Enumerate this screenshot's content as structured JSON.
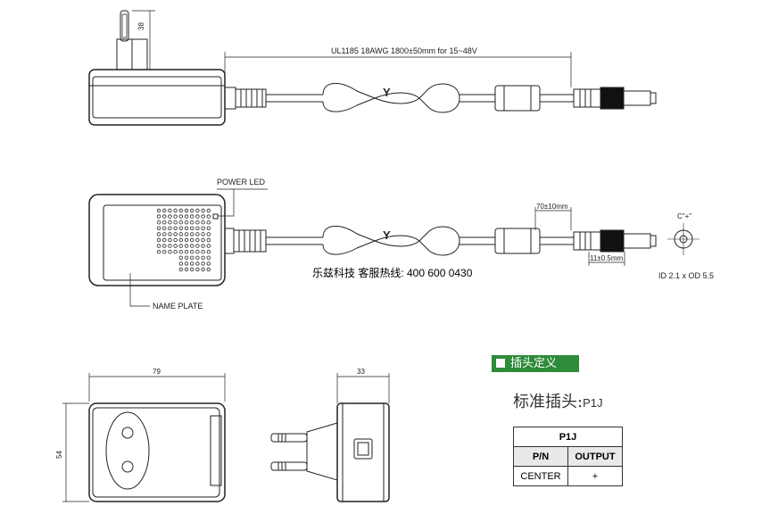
{
  "top_view": {
    "cable_spec": "UL1185 18AWG 1800±50mm for 15~48V",
    "pin_height": "38",
    "cable_marker": "Y"
  },
  "front_view": {
    "power_led_label": "POWER LED",
    "name_plate_label": "NAME PLATE",
    "hotline": "乐兹科技 客服热线:  400 600 0430",
    "strain_relief_length": "70±10mm",
    "plug_length": "11±0.5mm",
    "polarity": "C\"+\"",
    "plug_spec": "ID 2.1 x OD 5.5",
    "cable_marker": "Y"
  },
  "side_views": {
    "width": "79",
    "height": "54",
    "depth": "33"
  },
  "plug_definition": {
    "badge": "插头定义",
    "standard_plug": "标准插头:",
    "standard_plug_code": "P1J",
    "table": {
      "title": "P1J",
      "headers": [
        "P/N",
        "OUTPUT"
      ],
      "rows": [
        [
          "CENTER",
          "+"
        ]
      ]
    }
  },
  "colors": {
    "badge_green": "#2e8b3a",
    "line": "#222222"
  }
}
